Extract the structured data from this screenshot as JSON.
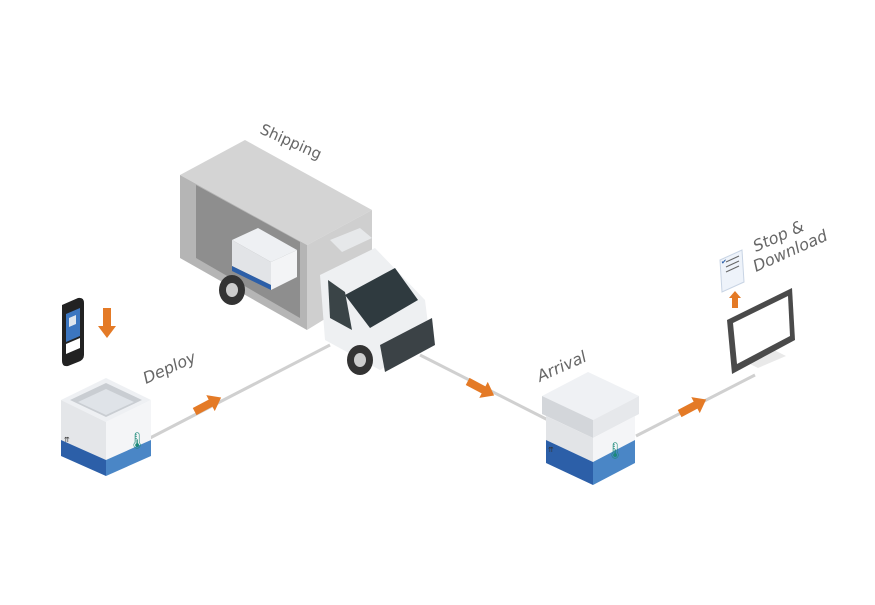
{
  "steps": {
    "deploy": {
      "label": "Deploy"
    },
    "shipping": {
      "label": "Shipping"
    },
    "arrival": {
      "label": "Arrival"
    },
    "stop_download": {
      "label_line1": "Stop &",
      "label_line2": "Download"
    }
  },
  "colors": {
    "arrow": "#e47a26",
    "box_base_dark": "#2c5fa8",
    "box_base_light": "#4a86c6",
    "thermo": "#1d8a7a",
    "line": "#d0d0d0"
  }
}
